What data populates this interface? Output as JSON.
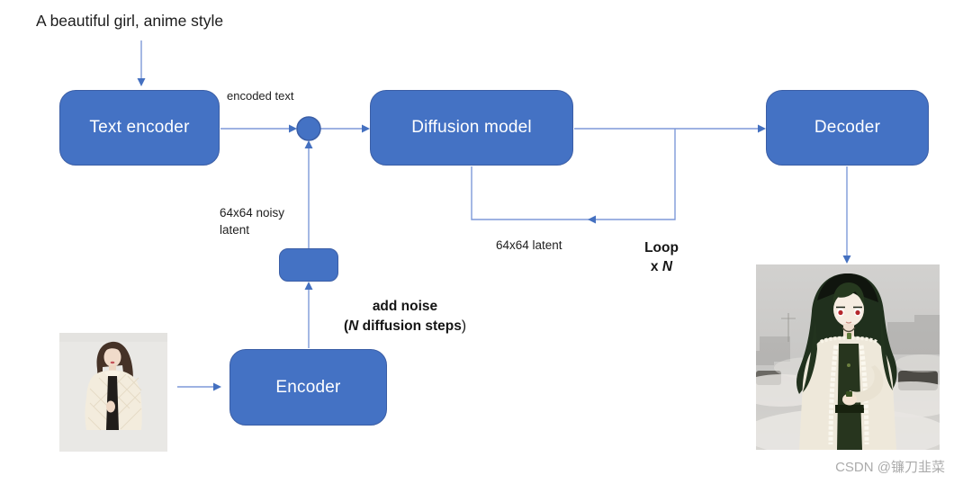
{
  "prompt": {
    "text": "A beautiful girl, anime style"
  },
  "nodes": {
    "text_encoder": "Text encoder",
    "diffusion_model": "Diffusion model",
    "decoder": "Decoder",
    "encoder": "Encoder"
  },
  "labels": {
    "encoded_text": "encoded text",
    "noisy_latent_line1": "64x64 noisy",
    "noisy_latent_line2": "latent",
    "latent": "64x64 latent",
    "loop_title": "Loop",
    "loop_x": "x ",
    "loop_n": "N",
    "add_noise_title": "add noise",
    "add_noise_paren_open": "(",
    "add_noise_n": "N",
    "add_noise_steps": " diffusion steps",
    "add_noise_paren_close": ")"
  },
  "watermark": "CSDN @镰刀韭菜",
  "colors": {
    "node_fill": "#4472C4",
    "node_border": "#3B5EA6",
    "connector_line": "#7E99D8",
    "arrowhead": "#4470C0",
    "node_text": "#FFFFFF",
    "label_text": "#1F1F1F",
    "watermark_text": "#ABABAB"
  }
}
